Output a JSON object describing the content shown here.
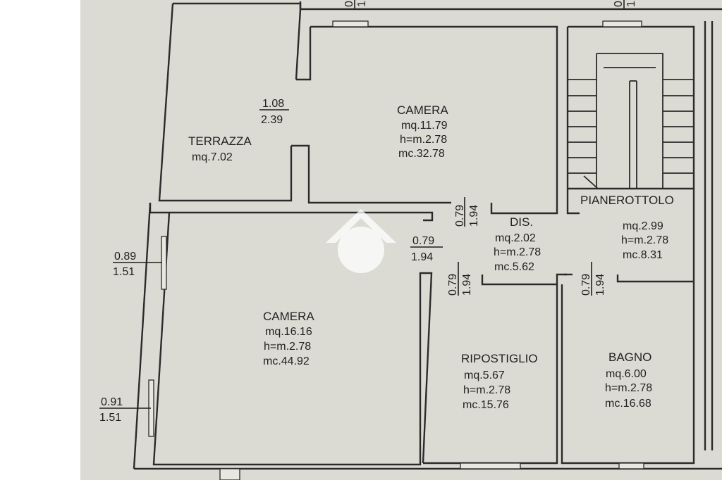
{
  "rooms": {
    "terrazza": {
      "name": "TERRAZZA",
      "area": "mq.7.02"
    },
    "camera_top": {
      "name": "CAMERA",
      "area": "mq.11.79",
      "height": "h=m.2.78",
      "volume": "mc.32.78"
    },
    "pianerottolo": {
      "name": "PIANEROTTOLO",
      "area": "mq.2.99",
      "height": "h=m.2.78",
      "volume": "mc.8.31"
    },
    "dis": {
      "name": "DIS.",
      "area": "mq.2.02",
      "height": "h=m.2.78",
      "volume": "mc.5.62"
    },
    "camera_bottom": {
      "name": "CAMERA",
      "area": "mq.16.16",
      "height": "h=m.2.78",
      "volume": "mc.44.92"
    },
    "ripostiglio": {
      "name": "RIPOSTIGLIO",
      "area": "mq.5.67",
      "height": "h=m.2.78",
      "volume": "mc.15.76"
    },
    "bagno": {
      "name": "BAGNO",
      "area": "mq.6.00",
      "height": "h=m.2.78",
      "volume": "mc.16.68"
    }
  },
  "openings": {
    "terrazza_door": {
      "width": "1.08",
      "height": "2.39"
    },
    "window_left_top": {
      "width": "0.89",
      "height": "1.51"
    },
    "window_left_bottom": {
      "width": "0.91",
      "height": "1.51"
    },
    "door_camera_bottom": {
      "width": "0.79",
      "height": "1.94"
    },
    "door_camera_top": {
      "width": "0.79",
      "height": "1.94"
    },
    "door_ripostiglio": {
      "width": "0.79",
      "height": "1.94"
    },
    "door_bagno": {
      "width": "0.79",
      "height": "1.94"
    },
    "top_left_marker": {
      "width": "0",
      "height": "1"
    },
    "top_right_marker": {
      "width": "0",
      "height": "1"
    }
  },
  "colors": {
    "paper": "#dcdbd3",
    "wall": "#2b2b2b",
    "ink": "#222222",
    "watermark": "#ffffff"
  },
  "icons": {
    "watermark": "house-logo-watermark"
  }
}
